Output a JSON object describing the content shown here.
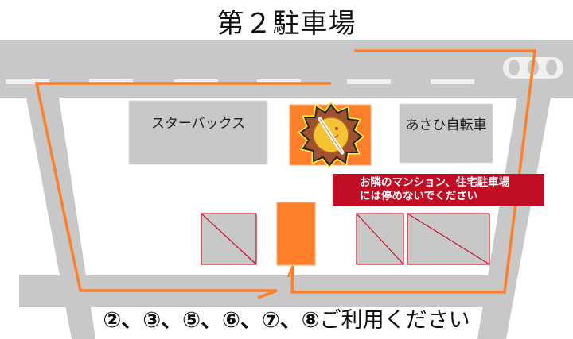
{
  "title": "第２駐車場",
  "buildings": {
    "starbucks": "スターバックス",
    "asahi": "あさひ自転車"
  },
  "notice": {
    "line1": "お隣のマンション、住宅駐車場",
    "line2": "には停めないでください"
  },
  "instruction": {
    "spaces": "②、③、⑤、⑥、⑦、⑧",
    "suffix": "ご利用ください"
  },
  "colors": {
    "road": "#c8c8c8",
    "route": "#ff7f2a",
    "banner": "#c20e24",
    "building": "#c8c8c8"
  }
}
